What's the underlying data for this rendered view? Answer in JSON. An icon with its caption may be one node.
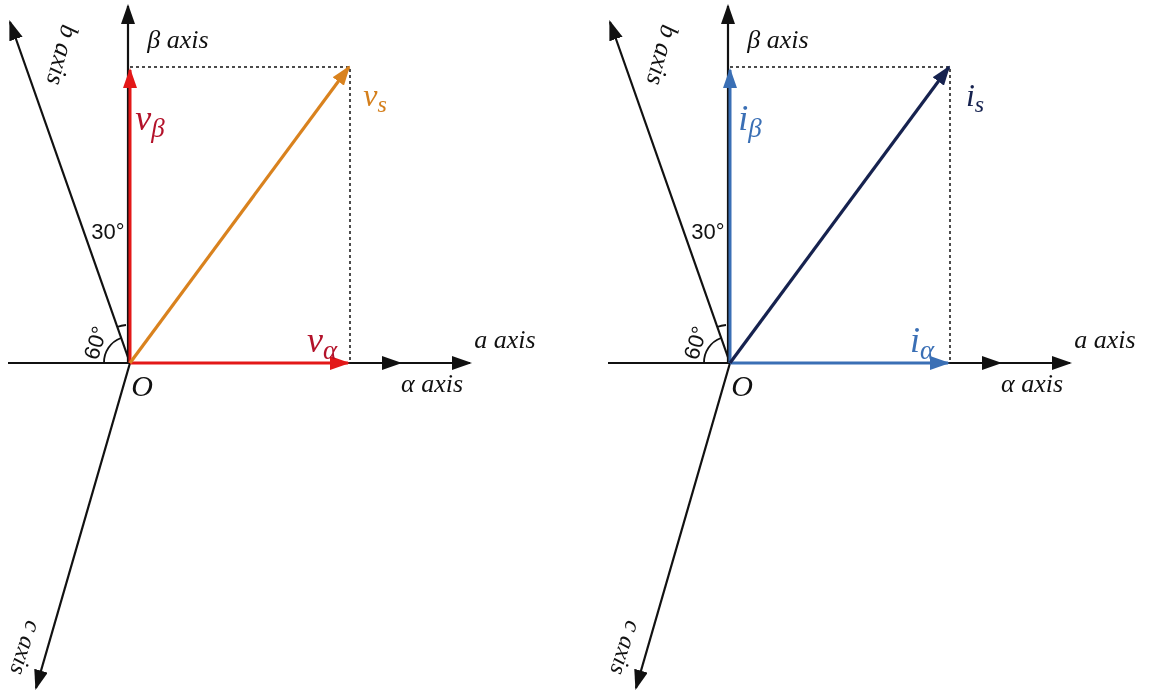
{
  "diagram": {
    "labels": [
      "β axis",
      "b axis",
      "*v*$_{β}$",
      "*v*$_{s}$",
      "30°",
      "60°",
      "*v*$_{α}$",
      "a axis",
      "O",
      "α axis",
      "c axis",
      "β axis",
      "b axis",
      "*i*$_{β}$",
      "*i*$_{s}$",
      "30°",
      "60°",
      "*i*$_{α}$",
      "a axis",
      "O",
      "α axis",
      "c axis"
    ]
  }
}
